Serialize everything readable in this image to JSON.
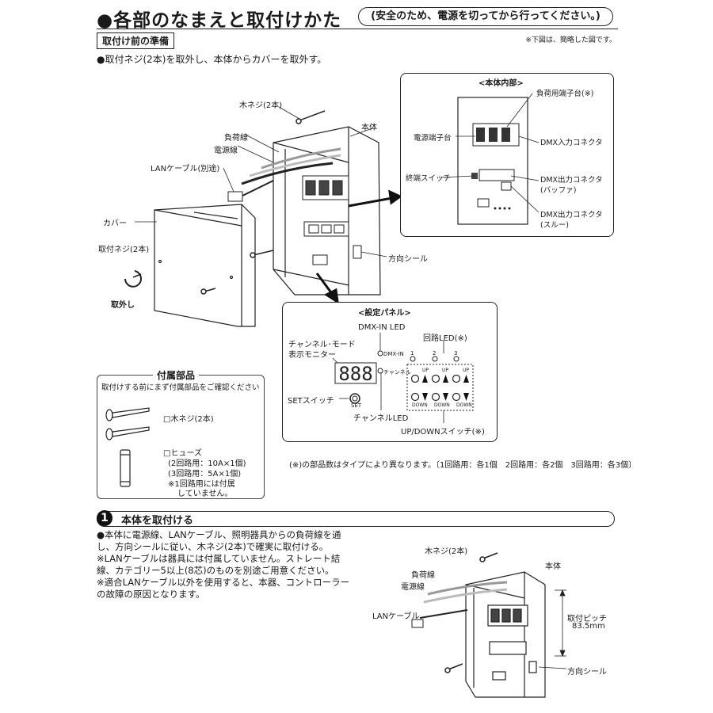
{
  "header": {
    "title": "●各部のなまえと取付けかた",
    "caution": "(安全のため、電源を切ってから行ってください。)",
    "note": "※下図は、簡略した図です。"
  },
  "prep": {
    "title": "取付け前の準備",
    "text": "●取付ネジ(2本)を取外し、本体からカバーを取外す。"
  },
  "main_labels": {
    "wood_screw": "木ネジ(2本)",
    "body": "本体",
    "load_wire": "負荷線",
    "power_wire": "電源線",
    "lan_cable": "LANケーブル(別途)",
    "cover": "カバー",
    "mount_screw": "取付ネジ(2本)",
    "remove": "取外し",
    "direction_seal": "方向シール"
  },
  "inner": {
    "title": "<本体内部>",
    "load_terminal": "負荷用端子台(※)",
    "power_terminal": "電源端子台",
    "dmx_in": "DMX入力コネクタ",
    "term_switch": "終端スイッチ",
    "dmx_out_buffer_1": "DMX出力コネクタ",
    "dmx_out_buffer_2": "(バッファ)",
    "dmx_out_thru_1": "DMX出力コネクタ",
    "dmx_out_thru_2": "(スルー)"
  },
  "panel": {
    "title": "<設定パネル>",
    "dmx_in_led": "DMX-IN LED",
    "circuit_led": "回路LED(※)",
    "monitor_1": "チャンネル･モード",
    "monitor_2": "表示モニター",
    "dmx_in_small": "DMX-IN",
    "channel_small": "チャンネル",
    "set_switch": "SETスイッチ",
    "set_small": "SET",
    "channel_led": "チャンネルLED",
    "updown_switch": "UP/DOWNスイッチ(※)",
    "up": "UP",
    "down": "DOWN",
    "n1": "1",
    "n2": "2",
    "n3": "3"
  },
  "accessories": {
    "title": "付属部品",
    "note": "取付けする前にまず付属部品をご確認ください",
    "wood_screw": "□木ネジ(2本)",
    "fuse": "□ヒューズ",
    "fuse_2": "(2回路用：10A×1個)",
    "fuse_3": "(3回路用：5A×1個)",
    "fuse_note_1": "※1回路用には付属",
    "fuse_note_2": "していません。"
  },
  "footnote": "(※)の部品数はタイプにより異なります。〔1回路用：各1個　2回路用：各2個　3回路用：各3個〕",
  "step1": {
    "num": "1",
    "title": "本体を取付ける",
    "p1": "●本体に電源線、LANケーブル、照明器具からの負荷線を通し、方向シールに従い、木ネジ(2本)で確実に取付ける。",
    "p2": "※LANケーブルは器具には付属していません。ストレート結線、カテゴリー5以上(8芯)のものを別途ご用意ください。",
    "p3": "※適合LANケーブル以外を使用すると、本器、コントローラーの故障の原因となります。",
    "wood_screw": "木ネジ(2本)",
    "body": "本体",
    "load_wire": "負荷線",
    "power_wire": "電源線",
    "lan_cable": "LANケーブル",
    "pitch_1": "取付ピッチ",
    "pitch_2": "83.5mm",
    "direction_seal": "方向シール"
  }
}
